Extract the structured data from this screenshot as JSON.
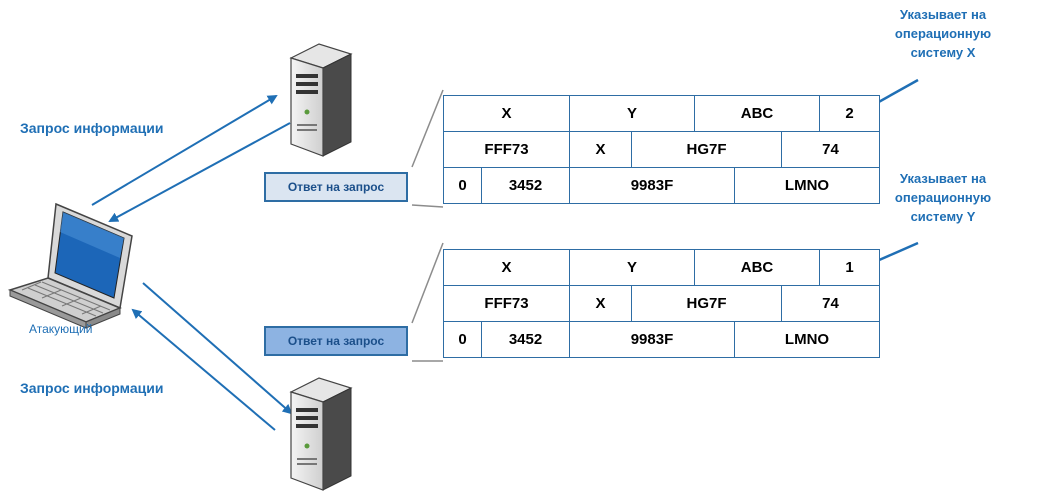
{
  "labels": {
    "request_top": "Запрос информации",
    "request_bottom": "Запрос информации",
    "attacker": "Атакующий",
    "note_x": [
      "Указывает на",
      "операционную",
      "систему X"
    ],
    "note_y": [
      "Указывает на",
      "операционную",
      "систему Y"
    ]
  },
  "packets": [
    {
      "response_label": "Ответ на запрос",
      "rows": [
        [
          "X",
          "Y",
          "ABC",
          "2"
        ],
        [
          "FFF73",
          "X",
          "HG7F",
          "74"
        ],
        [
          "0",
          "3452",
          "9983F",
          "LMNO"
        ]
      ]
    },
    {
      "response_label": "Ответ на запрос",
      "rows": [
        [
          "X",
          "Y",
          "ABC",
          "1"
        ],
        [
          "FFF73",
          "X",
          "HG7F",
          "74"
        ],
        [
          "0",
          "3452",
          "9983F",
          "LMNO"
        ]
      ]
    }
  ],
  "colors": {
    "accent": "#1f6fb5",
    "border": "#2e6da4",
    "resp_light": "#dbe5f1",
    "resp_dark": "#8db3e2"
  }
}
